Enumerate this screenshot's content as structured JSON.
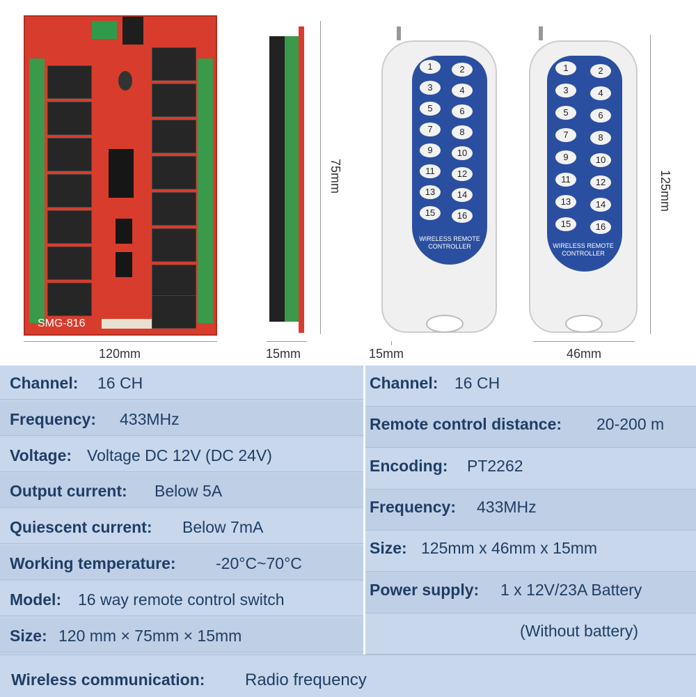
{
  "dimensions": {
    "board_width": "120mm",
    "board_height": "75mm",
    "board_thickness": "15mm",
    "remote_thickness": "15mm",
    "remote_width": "46mm",
    "remote_height": "125mm"
  },
  "board": {
    "model_label": "SMG-816"
  },
  "remote": {
    "buttons": [
      "1",
      "2",
      "3",
      "4",
      "5",
      "6",
      "7",
      "8",
      "9",
      "10",
      "11",
      "12",
      "13",
      "14",
      "15",
      "16"
    ],
    "label_line1": "WIRELESS REMOTE",
    "label_line2": "CONTROLLER"
  },
  "receiver_specs": [
    {
      "label": "Channel:",
      "value": "16 CH"
    },
    {
      "label": "Frequency:",
      "value": "433MHz"
    },
    {
      "label": "Voltage:",
      "value": "Voltage DC 12V   (DC  24V)"
    },
    {
      "label": "Output current:",
      "value": "Below 5A"
    },
    {
      "label": "Quiescent current:",
      "value": "Below 7mA"
    },
    {
      "label": "Working temperature:",
      "value": "-20°C~70°C"
    },
    {
      "label": "Model:",
      "value": "16 way remote control switch"
    },
    {
      "label": "Size:",
      "value": "120 mm × 75mm × 15mm"
    }
  ],
  "remote_specs": [
    {
      "label": "Channel:",
      "value": "16 CH"
    },
    {
      "label": "Remote control distance:",
      "value": "20-200 m"
    },
    {
      "label": "Encoding:",
      "value": "PT2262"
    },
    {
      "label": "Frequency:",
      "value": "433MHz"
    },
    {
      "label": "Size:",
      "value": "125mm x 46mm x 15mm"
    },
    {
      "label": "Power supply:",
      "value": "1 x 12V/23A Battery"
    },
    {
      "label": "",
      "value": "(Without battery)"
    }
  ],
  "wireless": {
    "label": "Wireless communication:",
    "value": "Radio frequency"
  }
}
